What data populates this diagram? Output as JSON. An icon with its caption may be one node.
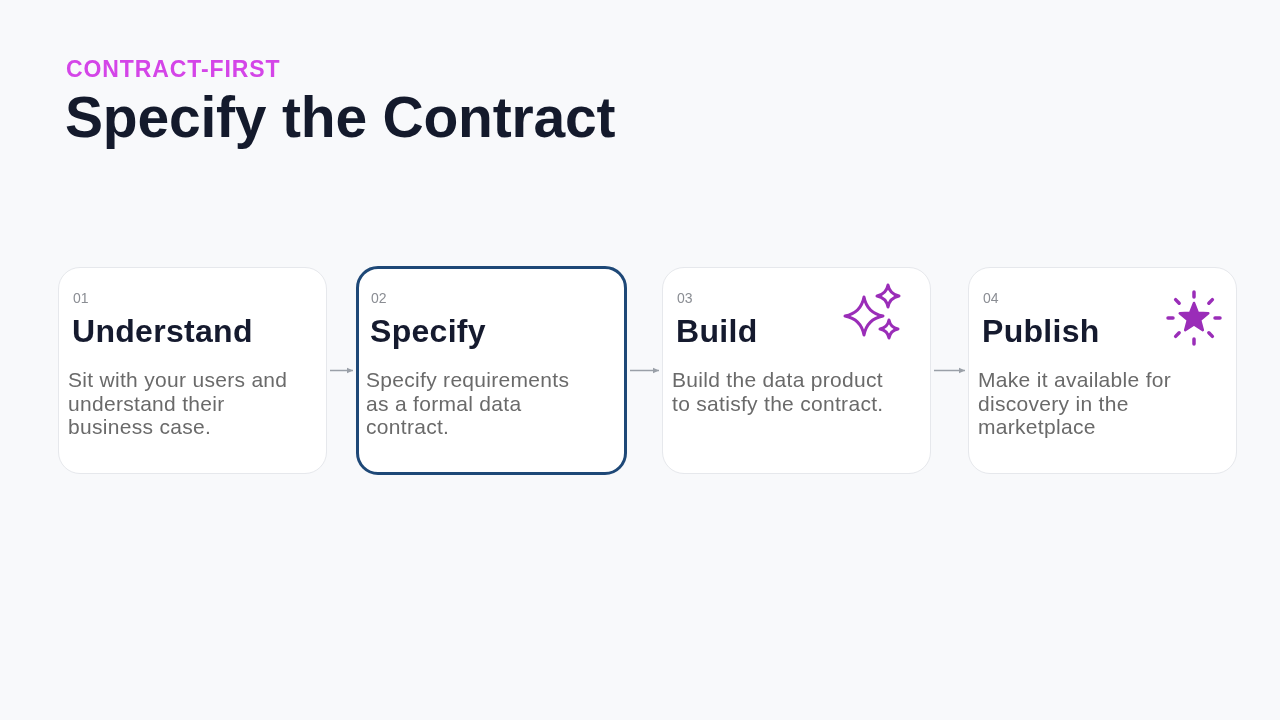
{
  "diagram": {
    "title": "Specify the Contract",
    "nodes": [
      {
        "text": [
          "01",
          "Understand",
          "Sit with your users and understand their business case."
        ]
      },
      {
        "text": [
          "02",
          "Specify",
          "Specify requirements as a formal data contract."
        ]
      },
      {
        "text": [
          "03",
          "Build",
          "Build the data product to satisfy the contract."
        ]
      },
      {
        "text": [
          "04",
          "Publish",
          "Make it available for discovery in the marketplace"
        ]
      }
    ],
    "edges": [
      {
        "from": 0,
        "to": 1,
        "arrow": "to"
      },
      {
        "from": 1,
        "to": 2,
        "arrow": "to"
      },
      {
        "from": 2,
        "to": 3,
        "arrow": "to"
      }
    ],
    "labels": [
      "CONTRACT-FIRST"
    ]
  }
}
